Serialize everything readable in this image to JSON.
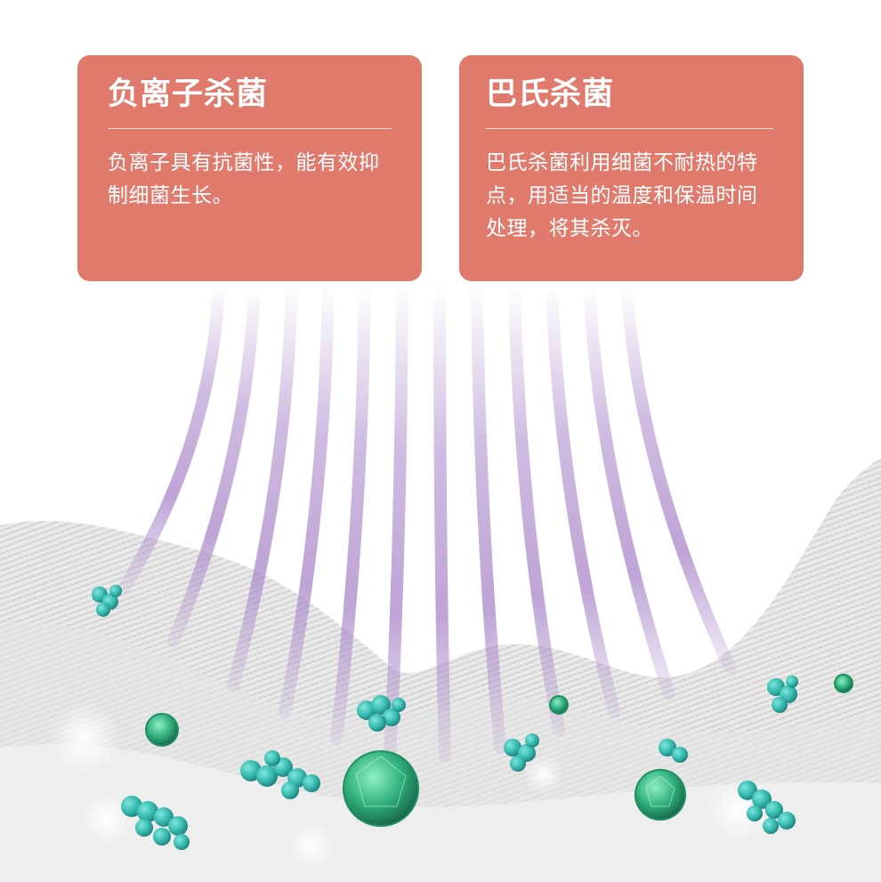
{
  "cards": [
    {
      "title": "负离子杀菌",
      "body": "负离子具有抗菌性，能有效抑制细菌生长。"
    },
    {
      "title": "巴氏杀菌",
      "body": "巴氏杀菌利用细菌不耐热的特点，用适当的温度和保温时间处理，将其杀灭。"
    }
  ],
  "colors": {
    "card_background": "#e07a6c",
    "card_text": "#ffffff",
    "airflow_stripes": "#a985c9",
    "bacteria_teal": "#3cc6bc",
    "virus_green": "#2fae7a",
    "fabric_gray": "#d9d9d9"
  },
  "icons": [
    "purple-airflow-stripes",
    "teal-bacteria-cluster",
    "green-virus",
    "gray-fabric-waves"
  ]
}
